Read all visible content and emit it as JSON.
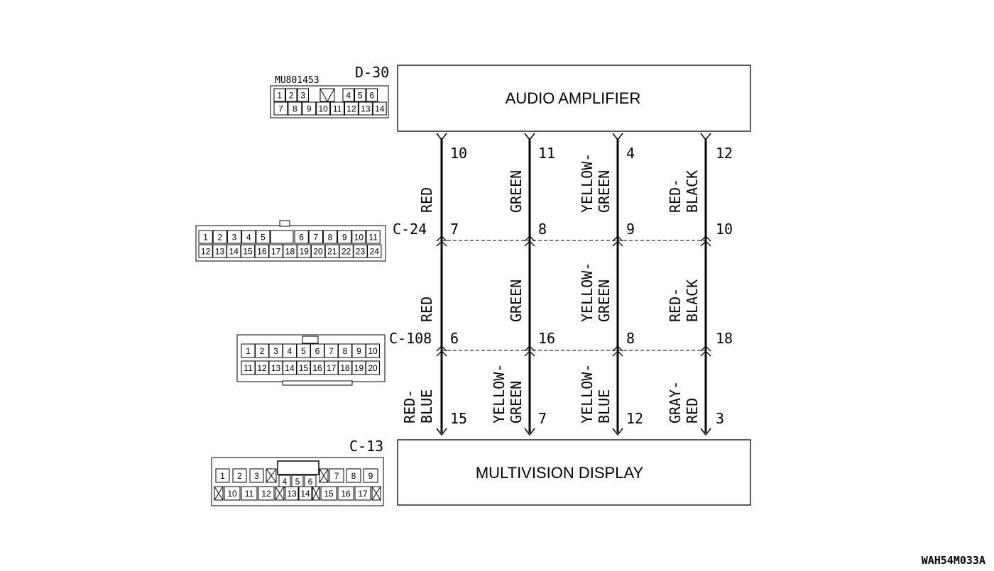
{
  "components": {
    "top": {
      "name": "AUDIO AMPLIFIER",
      "connector": "D-30"
    },
    "bottom": {
      "name": "MULTIVISION DISPLAY",
      "connector": "C-13"
    }
  },
  "connectors": {
    "d30": {
      "part_no": "MU801453",
      "row1": [
        "1",
        "2",
        "3",
        "",
        "4",
        "5",
        "6"
      ],
      "row2": [
        "7",
        "8",
        "9",
        "10",
        "11",
        "12",
        "13",
        "14"
      ]
    },
    "c24": {
      "name": "C-24",
      "row1": [
        "1",
        "2",
        "3",
        "4",
        "5",
        "",
        "6",
        "7",
        "8",
        "9",
        "10",
        "11"
      ],
      "row2": [
        "12",
        "13",
        "14",
        "15",
        "16",
        "17",
        "18",
        "19",
        "20",
        "21",
        "22",
        "23",
        "24"
      ]
    },
    "c108": {
      "name": "C-108",
      "row1": [
        "1",
        "2",
        "3",
        "4",
        "5",
        "6",
        "7",
        "8",
        "9",
        "10"
      ],
      "row2": [
        "11",
        "12",
        "13",
        "14",
        "15",
        "16",
        "17",
        "18",
        "19",
        "20"
      ]
    },
    "c13": {
      "row1": [
        "1",
        "2",
        "3",
        "4",
        "5",
        "6",
        "7",
        "8",
        "9"
      ],
      "row2": [
        "10",
        "11",
        "12",
        "13",
        "14",
        "15",
        "16",
        "17"
      ]
    }
  },
  "wires": [
    {
      "pins": [
        "10",
        "7",
        "6",
        "15"
      ],
      "upper_color": [
        "RED"
      ],
      "mid_color": [
        "RED"
      ],
      "lower_color": [
        "RED-",
        "BLUE"
      ]
    },
    {
      "pins": [
        "11",
        "8",
        "16",
        "7"
      ],
      "upper_color": [
        "GREEN"
      ],
      "mid_color": [
        "GREEN"
      ],
      "lower_color": [
        "YELLOW-",
        "GREEN"
      ]
    },
    {
      "pins": [
        "4",
        "9",
        "8",
        "12"
      ],
      "upper_color": [
        "YELLOW-",
        "GREEN"
      ],
      "mid_color": [
        "YELLOW-",
        "GREEN"
      ],
      "lower_color": [
        "YELLOW-",
        "BLUE"
      ]
    },
    {
      "pins": [
        "12",
        "10",
        "18",
        "3"
      ],
      "upper_color": [
        "RED-",
        "BLACK"
      ],
      "mid_color": [
        "RED-",
        "BLACK"
      ],
      "lower_color": [
        "GRAY-",
        "RED"
      ]
    }
  ],
  "figure_ref": "WAH54M033A"
}
